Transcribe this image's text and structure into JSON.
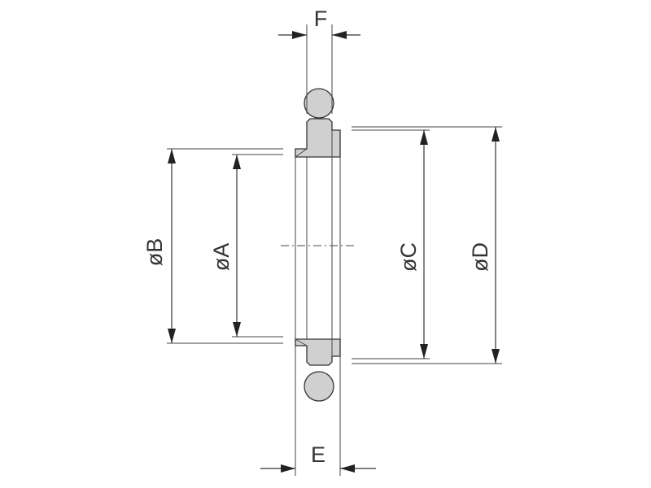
{
  "drawing": {
    "labels": {
      "F": "F",
      "E": "E",
      "B": "øB",
      "A": "øA",
      "C": "øC",
      "D": "øD"
    },
    "colors": {
      "line": "#333333",
      "fill": "#d0d0d0",
      "background": "#ffffff"
    }
  }
}
